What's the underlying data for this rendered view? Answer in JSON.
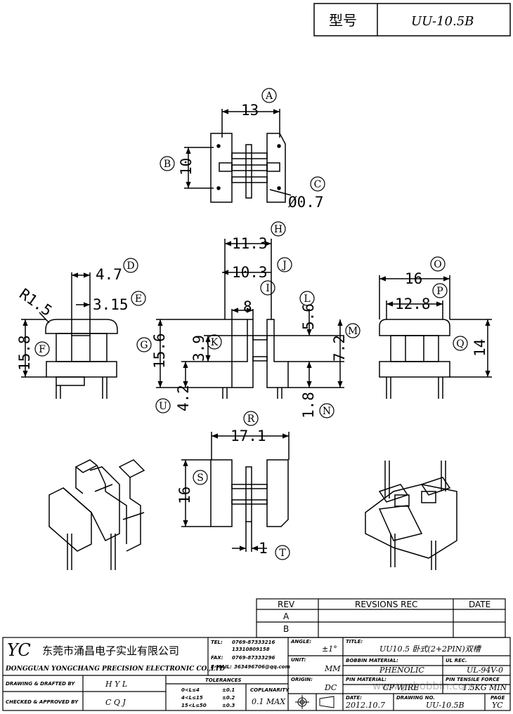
{
  "header": {
    "type_label": "型号",
    "model": "UU-10.5B"
  },
  "dimensions": {
    "d13": "13",
    "d10": "10",
    "d07": "Ø0.7",
    "d113": "11.3",
    "d103": "10.3",
    "d8": "8",
    "d56": "5.6",
    "d72": "7.2",
    "d156": "15.6",
    "d39": "3.9",
    "d42": "4.2",
    "d18": "1.8",
    "d47": "4.7",
    "dR15": "R1.5",
    "d315": "3.15",
    "d158": "15.8",
    "d16a": "16",
    "d128": "12.8",
    "d14": "14",
    "d171": "17.1",
    "d16b": "16",
    "d1": "1"
  },
  "callouts": [
    "A",
    "B",
    "C",
    "D",
    "E",
    "F",
    "G",
    "H",
    "I",
    "J",
    "K",
    "L",
    "M",
    "N",
    "O",
    "P",
    "Q",
    "R",
    "S",
    "T",
    "U"
  ],
  "revision": {
    "rev_header": "REV",
    "recs_header": "REVSIONS REC",
    "date_header": "DATE",
    "rev_a": "A",
    "rev_b": "B"
  },
  "company": {
    "logo": "YC",
    "name_cn": "东莞市涌昌电子实业有限公司",
    "name_en": "DONGGUAN YONGCHANG PRECISION ELECTRONIC CO.,LTD"
  },
  "contact": {
    "tel_label": "TEL:",
    "tel1": "0769-87333216",
    "tel2": "13310809158",
    "fax_label": "FAX:",
    "fax": "0769-87333296",
    "email_label": "E-MAIL:",
    "email": "363496706@qq.com"
  },
  "title_block": {
    "angle_label": "ANGLE:",
    "angle_value": "±1°",
    "title_label": "TITLE:",
    "title_value": "UU10.5 卧式(2+2PIN)双槽",
    "unit_label": "UNIT:",
    "unit_value": "MM",
    "bobbin_label": "BOBBIN MATERIAL:",
    "bobbin_value": "PHENOLIC",
    "ul_label": "UL REC.",
    "ul_value": "UL-94V-0",
    "origin_label": "ORIGIN:",
    "origin_value": "DC",
    "pin_label": "PIN MATERIAL:",
    "pin_value": "CP WIRE",
    "tensile_label": "PIN TENSILE FORCE",
    "tensile_value": "1.5KG MIN",
    "date_label": "DATE:",
    "date_value": "2012.10.7",
    "drawing_label": "DRAWING NO.",
    "drawing_value": "UU-10.5B",
    "page_label": "PAGE",
    "page_value": "YC"
  },
  "signoff": {
    "drawn_label": "DRAWING & DRAFTED BY",
    "drawn_value": "H Y L",
    "checked_label": "CHECKED & APPROVED BY",
    "checked_value": "C Q J"
  },
  "tolerances": {
    "header": "TOLERANCES",
    "rows": [
      [
        "0<L≤4",
        "±0.1"
      ],
      [
        "4<L≤15",
        "±0.2"
      ],
      [
        "15<L≤50",
        "±0.3"
      ]
    ],
    "coplanarity_label": "COPLANARITY",
    "coplanarity_value": "0.1 MAX"
  },
  "watermark": "www.ycbobbin.com"
}
